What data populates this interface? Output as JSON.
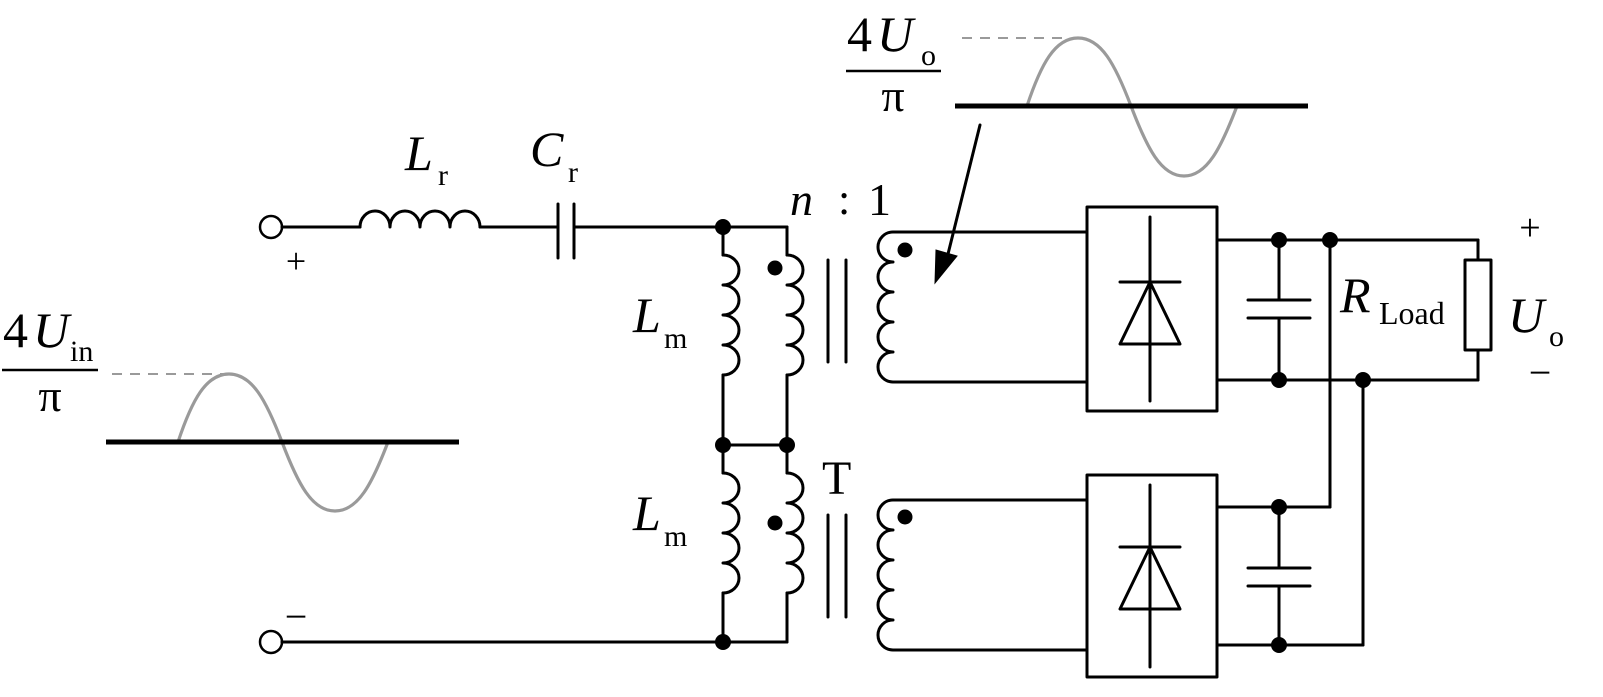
{
  "labels": {
    "inductor_r": {
      "symbol": "L",
      "sub": "r"
    },
    "capacitor_r": {
      "symbol": "C",
      "sub": "r"
    },
    "magnetizing_top": {
      "symbol": "L",
      "sub": "m"
    },
    "magnetizing_bottom": {
      "symbol": "L",
      "sub": "m"
    },
    "turns_ratio": {
      "n": "n",
      "colon": ":",
      "one": "1"
    },
    "transformer": "T",
    "load": {
      "symbol": "R",
      "sub": "Load"
    },
    "output_voltage": {
      "symbol": "U",
      "sub": "o"
    },
    "input_plus": "+",
    "input_minus": "−",
    "output_plus": "+",
    "output_minus": "−"
  },
  "input_wave_label": {
    "num": "4",
    "symbol": "U",
    "sub": "in",
    "den": "π"
  },
  "output_wave_label": {
    "num": "4",
    "symbol": "U",
    "sub": "o",
    "den": "π"
  }
}
